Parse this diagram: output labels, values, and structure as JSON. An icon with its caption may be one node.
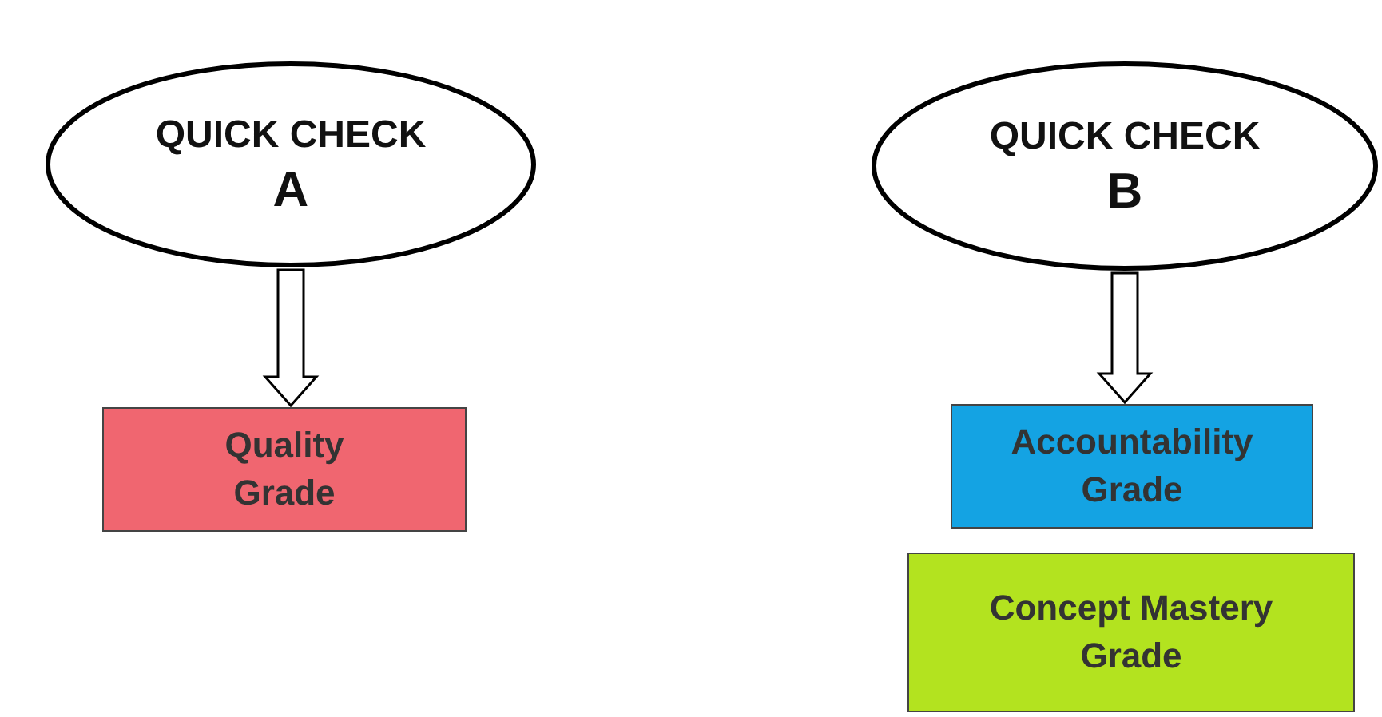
{
  "diagram": {
    "nodes": [
      {
        "text": [
          "QUICK CHECK",
          "A"
        ]
      },
      {
        "text": [
          "Quality Grade"
        ]
      },
      {
        "text": [
          "QUICK CHECK",
          "B"
        ]
      },
      {
        "text": [
          "Accountability Grade"
        ]
      },
      {
        "text": [
          "Concept Mastery Grade"
        ]
      }
    ],
    "edges": [
      {
        "from": 0,
        "to": 1,
        "arrow": "to"
      },
      {
        "from": 2,
        "to": 3,
        "arrow": "to"
      }
    ]
  }
}
